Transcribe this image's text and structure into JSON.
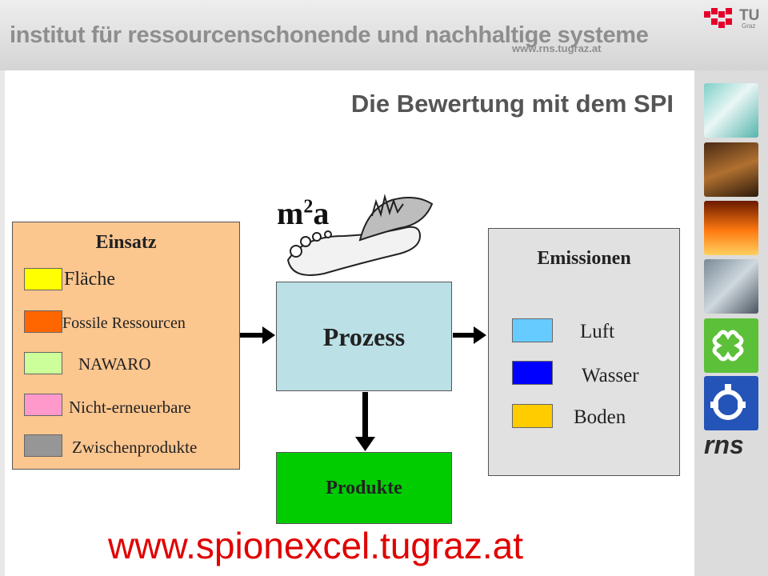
{
  "header": {
    "institute": "institut für ressourcenschonende und nachhaltige systeme",
    "url": "www.rns.tugraz.at",
    "logo_tu": "TU",
    "logo_sub": "Graz",
    "logo_rns": "rns"
  },
  "slide": {
    "title": "Die Bewertung mit dem SPI",
    "unit": "m",
    "unit_sup": "2",
    "unit_suffix": "a"
  },
  "einsatz": {
    "title": "Einsatz",
    "items": [
      {
        "label": "Fläche",
        "color": "#ffff00"
      },
      {
        "label": "Fossile Ressourcen",
        "color": "#ff6600"
      },
      {
        "label": "NAWARO",
        "color": "#ccff99"
      },
      {
        "label": "Nicht-erneuerbare",
        "color": "#ff99cc"
      },
      {
        "label": "Zwischenprodukte",
        "color": "#969696"
      }
    ]
  },
  "prozess": {
    "label": "Prozess"
  },
  "produkte": {
    "label": "Produkte"
  },
  "emissionen": {
    "title": "Emissionen",
    "items": [
      {
        "label": "Luft",
        "color": "#66ccff"
      },
      {
        "label": "Wasser",
        "color": "#0000ff"
      },
      {
        "label": "Boden",
        "color": "#ffcc00"
      }
    ]
  },
  "footer": {
    "url": "www.spionexcel.tugraz.at"
  },
  "side_images": [
    "molecule-photo",
    "plants-photo",
    "fire-photo",
    "pipes-photo",
    "green-logo-tile",
    "gear-logo-tile"
  ]
}
